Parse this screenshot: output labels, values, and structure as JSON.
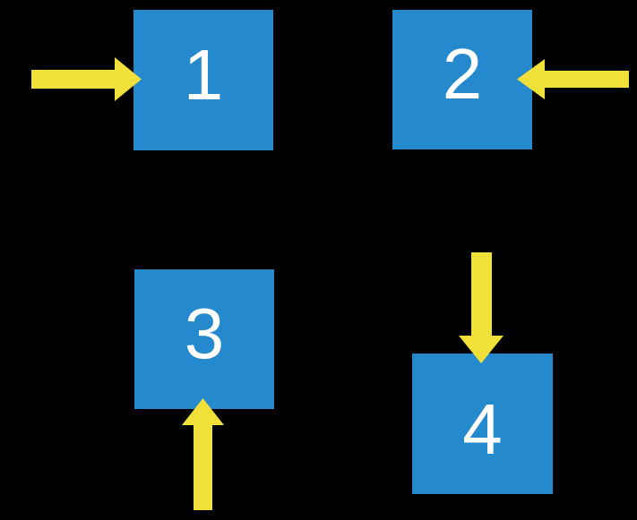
{
  "diagram": {
    "squares": [
      {
        "label": "1",
        "arrow_direction": "right",
        "arrow_enters_from": "left side"
      },
      {
        "label": "2",
        "arrow_direction": "left",
        "arrow_enters_from": "right side"
      },
      {
        "label": "3",
        "arrow_direction": "up",
        "arrow_enters_from": "bottom side"
      },
      {
        "label": "4",
        "arrow_direction": "down",
        "arrow_enters_from": "top side"
      }
    ],
    "colors": {
      "background_color": "#000000",
      "square_color": "#2589CE",
      "arrow_color": "#F2E03A",
      "label_color": "#FFFFFF"
    }
  }
}
